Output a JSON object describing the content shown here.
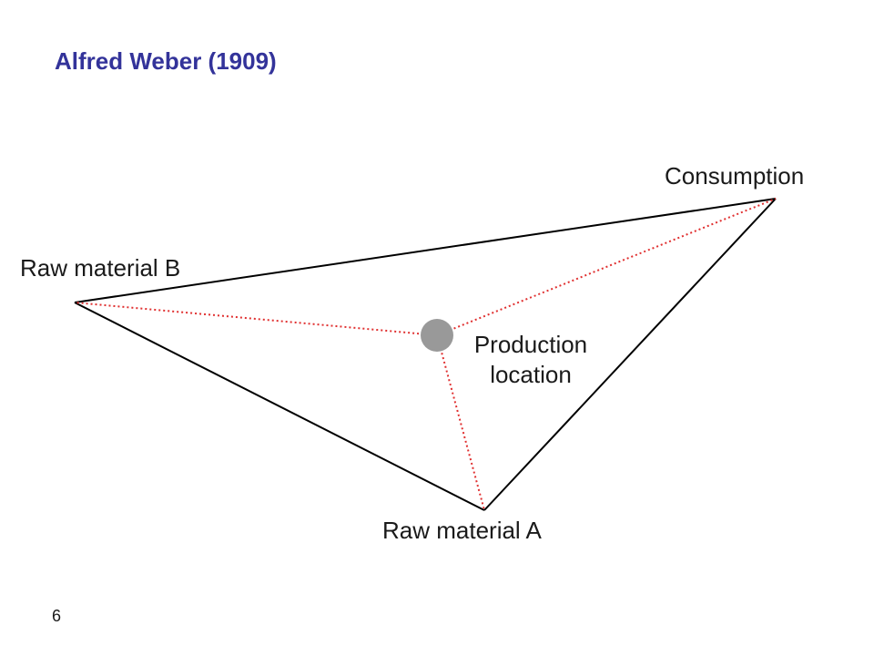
{
  "slide": {
    "title": "Alfred Weber (1909)",
    "page_number": "6"
  },
  "diagram": {
    "nodes": {
      "consumption": {
        "label": "Consumption"
      },
      "raw_material_b": {
        "label": "Raw material B"
      },
      "raw_material_a": {
        "label": "Raw material A"
      },
      "production_location": {
        "label_line1": "Production",
        "label_line2": "location"
      }
    },
    "colors": {
      "triangle_edge": "#000000",
      "dotted_link": "#e03030",
      "production_marker": "#999999",
      "title": "#33339a"
    }
  }
}
